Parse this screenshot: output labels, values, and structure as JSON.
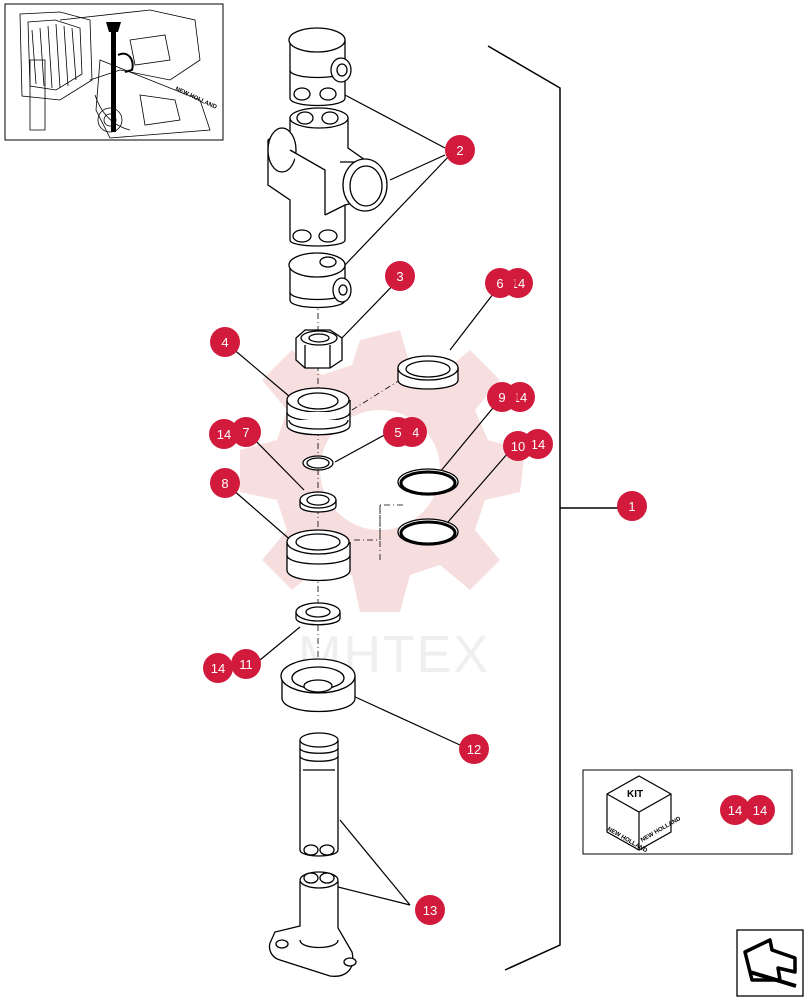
{
  "watermark": "MHTEX",
  "callouts": [
    {
      "id": "1",
      "label": "1"
    },
    {
      "id": "2",
      "label": "2"
    },
    {
      "id": "3",
      "label": "3"
    },
    {
      "id": "4",
      "label": "4"
    },
    {
      "id": "5",
      "label": "5"
    },
    {
      "id": "5k",
      "label": "14"
    },
    {
      "id": "6",
      "label": "6"
    },
    {
      "id": "6k",
      "label": "14"
    },
    {
      "id": "7",
      "label": "7"
    },
    {
      "id": "7k",
      "label": "14"
    },
    {
      "id": "8",
      "label": "8"
    },
    {
      "id": "9",
      "label": "9"
    },
    {
      "id": "9k",
      "label": "14"
    },
    {
      "id": "10",
      "label": "10"
    },
    {
      "id": "10k",
      "label": "14"
    },
    {
      "id": "11",
      "label": "11"
    },
    {
      "id": "11k",
      "label": "14"
    },
    {
      "id": "12",
      "label": "12"
    },
    {
      "id": "13",
      "label": "13"
    },
    {
      "id": "kitA",
      "label": "14"
    },
    {
      "id": "kitB",
      "label": "14"
    }
  ],
  "kit": {
    "label": "KIT",
    "brand": "NEW HOLLAND"
  },
  "thumbnail": {
    "brand": "NEW HOLLAND"
  },
  "colors": {
    "callout": "#d11a3c",
    "line": "#000000",
    "watermark": "#f2c9c9"
  },
  "icons": {
    "nav": "return-arrow-icon",
    "kit": "kit-box-icon"
  }
}
